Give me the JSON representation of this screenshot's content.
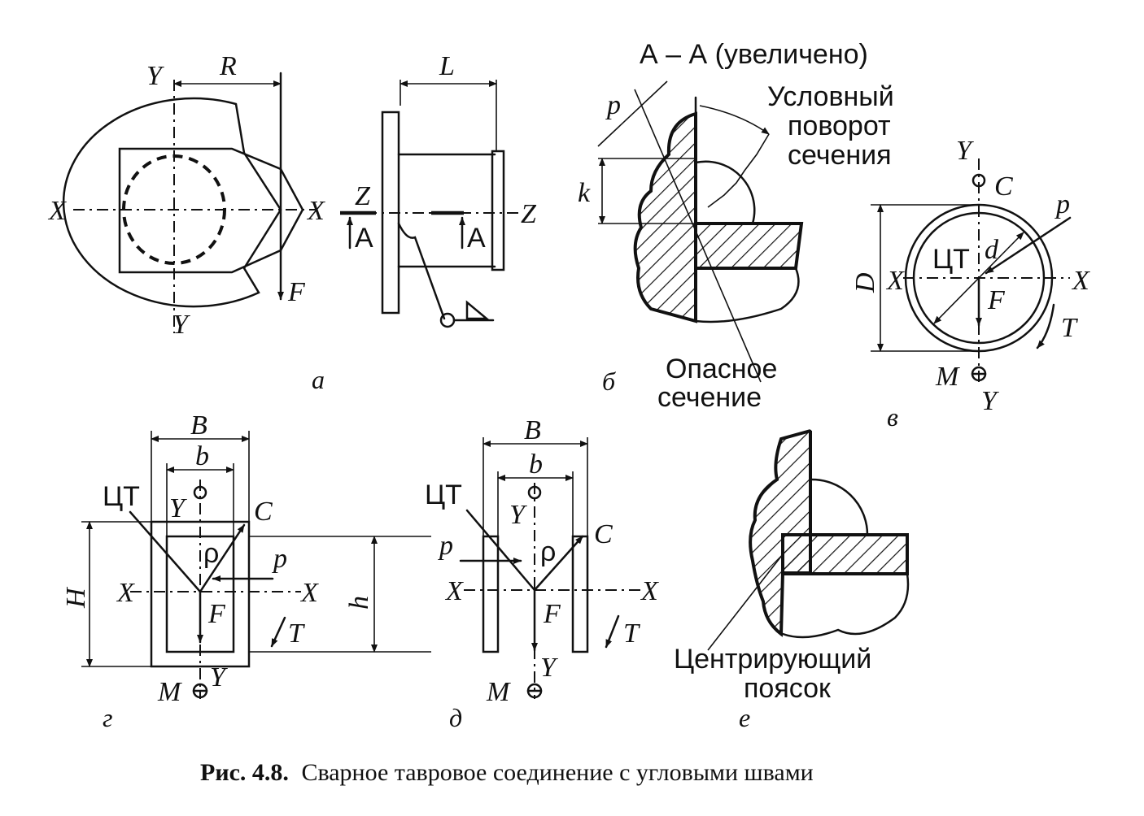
{
  "caption": {
    "bold": "Рис. 4.8.",
    "text": "Сварное тавровое соединение с угловыми швами"
  },
  "panel_labels": {
    "a": "а",
    "b": "б",
    "v": "в",
    "g": "г",
    "d": "д",
    "e": "е"
  },
  "panel_a": {
    "R": "R",
    "X_left": "X",
    "X_right": "X",
    "Y_top": "Y",
    "Y_bottom": "Y",
    "F": "F",
    "L": "L",
    "Z_left": "Z",
    "Z_right": "Z",
    "A_left": "A",
    "A_right": "A"
  },
  "panel_b": {
    "section_title": "А – А (увеличено)",
    "p": "p",
    "k": "k",
    "rotation_label_1": "Условный",
    "rotation_label_2": "поворот",
    "rotation_label_3": "сечения",
    "danger_1": "Опасное",
    "danger_2": "сечение"
  },
  "panel_v": {
    "Y_top": "Y",
    "C": "C",
    "p": "p",
    "D": "D",
    "X_left": "X",
    "X_right": "X",
    "CT": "ЦТ",
    "d": "d",
    "F": "F",
    "T": "T",
    "M": "M",
    "Y_bottom": "Y"
  },
  "panel_g": {
    "B": "B",
    "b": "b",
    "CT": "ЦТ",
    "Y_top": "Y",
    "C": "C",
    "rho": "ρ",
    "p": "p",
    "H": "H",
    "X_left": "X",
    "X_right": "X",
    "F": "F",
    "T": "T",
    "h": "h",
    "M": "M",
    "Y_bottom": "Y"
  },
  "panel_d": {
    "B": "B",
    "b": "b",
    "CT": "ЦТ",
    "Y_top": "Y",
    "p": "p",
    "rho": "ρ",
    "C": "C",
    "X_left": "X",
    "X_right": "X",
    "F": "F",
    "T": "T",
    "Y_bottom": "Y",
    "M": "M"
  },
  "panel_e": {
    "label_1": "Центрирующий",
    "label_2": "поясок"
  }
}
